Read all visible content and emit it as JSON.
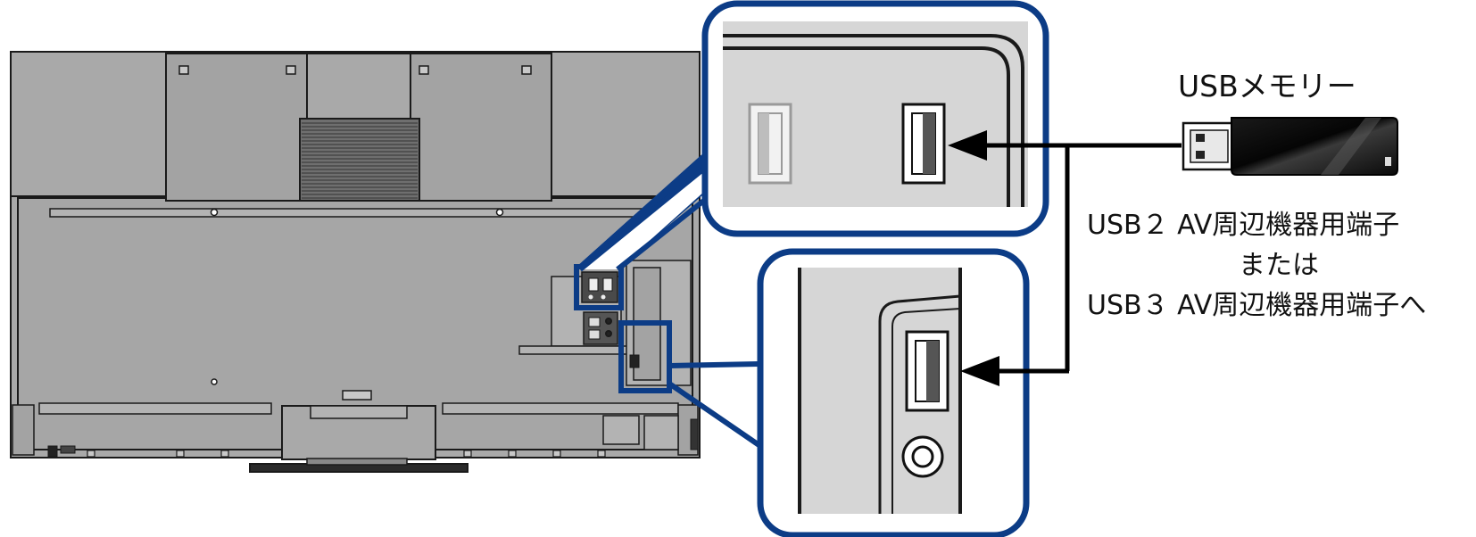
{
  "labels": {
    "usb_memory": "USBメモリー",
    "port_line1": "USB２ AV周辺機器用端子",
    "port_line2": "または",
    "port_line3": "USB３ AV周辺機器用端子へ"
  },
  "colors": {
    "highlight_blue": "#0c3c86",
    "tv_body": "#a9a9a9",
    "tv_outline": "#1a1a1a",
    "zoom_panel": "#d6d6d6",
    "arrow": "#000000"
  },
  "icons": {
    "usb_memory_stick": "usb-memory-icon",
    "usb_port_inactive": "usb-port-icon",
    "usb_port_target": "usb-port-icon",
    "round_jack": "round-jack-icon"
  }
}
